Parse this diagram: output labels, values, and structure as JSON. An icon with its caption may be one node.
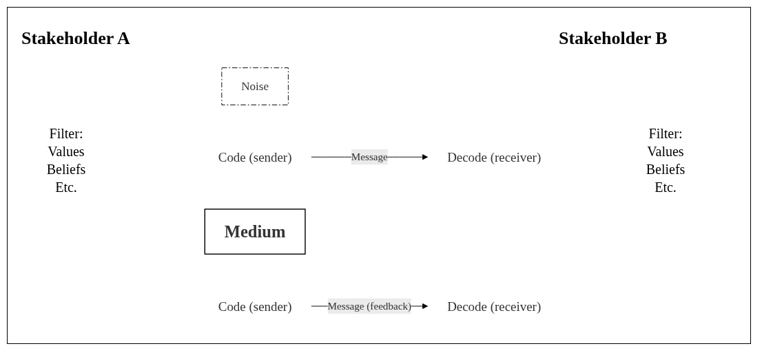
{
  "diagram": {
    "nodes": [
      {
        "text": [
          "Noise"
        ]
      },
      {
        "text": [
          "Code (sender)"
        ]
      },
      {
        "text": [
          "Decode (receiver)"
        ]
      },
      {
        "text": [
          "Medium"
        ]
      },
      {
        "text": [
          "Decode (receiver)"
        ]
      },
      {
        "text": [
          "Code (sender)"
        ]
      }
    ],
    "edges": [
      {
        "from": 1,
        "to": 2,
        "label": "Message",
        "arrow": "to"
      },
      {
        "from": 5,
        "to": 4,
        "label": "Message (feedback)",
        "arrow": "to"
      }
    ],
    "labels": [
      "Stakeholder A",
      "Stakeholder B",
      "Filter: Values Beliefs Etc.",
      "Filter: Values Beliefs Etc."
    ]
  }
}
